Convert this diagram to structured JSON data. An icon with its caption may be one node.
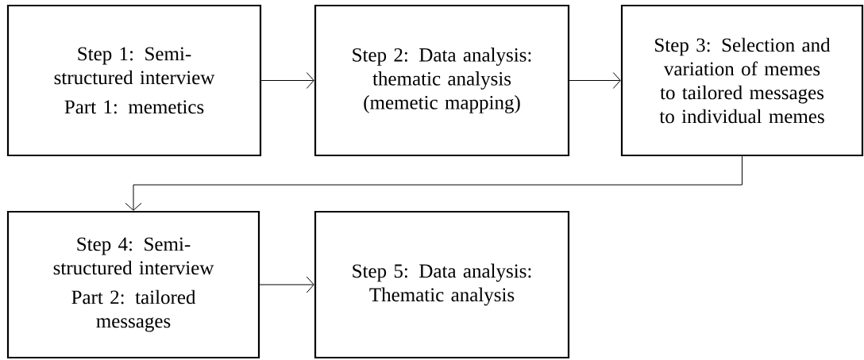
{
  "diagram": {
    "nodes": [
      {
        "text": [
          "Step 1: Semi-structured interview",
          "Part 1: memetics"
        ]
      },
      {
        "text": [
          "Step 2: Data analysis: thematic analysis (memetic mapping)"
        ]
      },
      {
        "text": [
          "Step 3: Selection and variation of memes to tailored messages to individual memes"
        ]
      },
      {
        "text": [
          "Step 4: Semi-structured interview",
          "Part 2: tailored messages"
        ]
      },
      {
        "text": [
          "Step 5: Data analysis: Thematic analysis"
        ]
      }
    ],
    "edges": [
      {
        "from": 0,
        "to": 1,
        "arrow": "to"
      },
      {
        "from": 1,
        "to": 2,
        "arrow": "to"
      },
      {
        "from": 2,
        "to": 3,
        "arrow": "to"
      },
      {
        "from": 3,
        "to": 4,
        "arrow": "to"
      }
    ]
  }
}
